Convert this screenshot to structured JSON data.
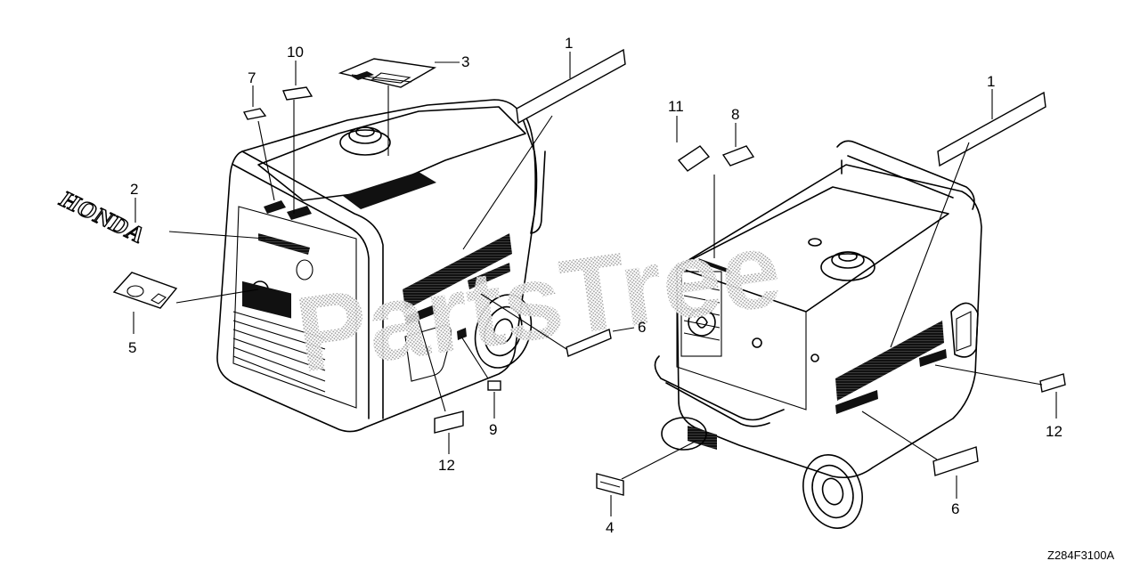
{
  "diagram": {
    "drawing_code": "Z284F3100A",
    "watermark": "PartsTree",
    "logo_label": "HONDA",
    "left_view_callouts": [
      "1",
      "2",
      "3",
      "5",
      "6",
      "7",
      "9",
      "10",
      "12"
    ],
    "right_view_callouts": [
      "1",
      "4",
      "6",
      "8",
      "11",
      "12"
    ],
    "colors": {
      "line": "#000000",
      "background": "#ffffff",
      "watermark": "#9a9a9a"
    }
  }
}
